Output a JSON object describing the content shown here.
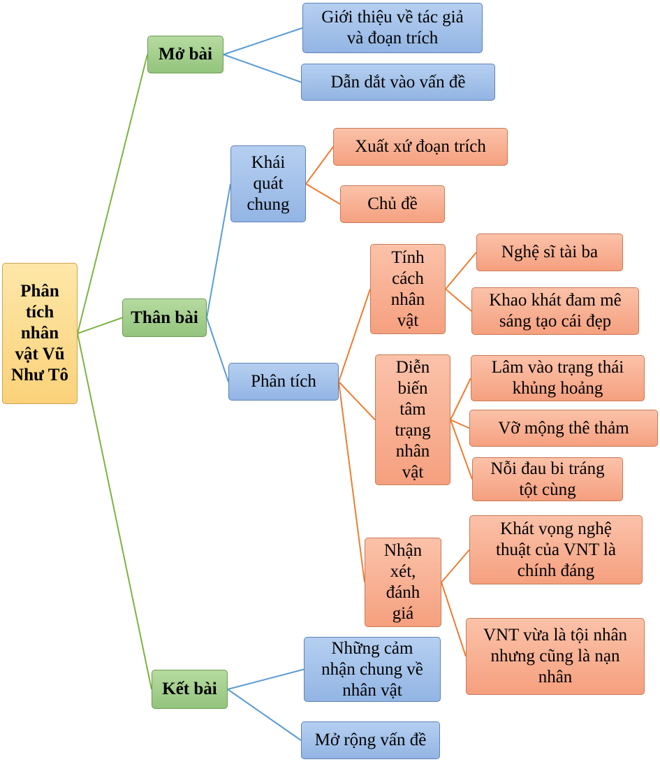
{
  "nodes": {
    "root": "Phân\ntích\nnhân\nvật Vũ\nNhư Tô",
    "mo_bai": "Mở bài",
    "gioi_thieu": "Giới thiệu về tác giả\nvà đoạn trích",
    "dan_dat": "Dẫn dắt vào vấn đề",
    "than_bai": "Thân bài",
    "khai_quat": "Khái\nquát\nchung",
    "xuat_xu": "Xuất xứ đoạn trích",
    "chu_de": "Chủ đề",
    "phan_tich": "Phân tích",
    "tinh_cach": "Tính\ncách\nnhân\nvật",
    "nghe_si": "Nghệ sĩ tài ba",
    "khao_khat": "Khao khát đam mê\nsáng tạo cái đẹp",
    "dien_bien": "Diễn\nbiến\ntâm\ntrạng\nnhân\nvật",
    "lam_vao": "Lâm vào trạng thái\nkhủng hoảng",
    "vo_mong": "Vỡ mộng thê thảm",
    "noi_dau": "Nỗi đau bi tráng\ntột cùng",
    "nhan_xet": "Nhận\nxét,\nđánh\ngiá",
    "khat_vong": "Khát vọng nghệ\nthuật của VNT là\nchính đáng",
    "vnt_vua": "VNT vừa là tội nhân\nnhưng cũng là nạn\nnhân",
    "ket_bai": "Kết bài",
    "nhung_cam_nhan": "Những cảm\nnhận chung về\nnhân vật",
    "mo_rong": "Mở rộng vấn đề"
  },
  "colors": {
    "green_line": "#7cb342",
    "blue_line": "#5b9bd5",
    "orange_line": "#ed7d31"
  }
}
